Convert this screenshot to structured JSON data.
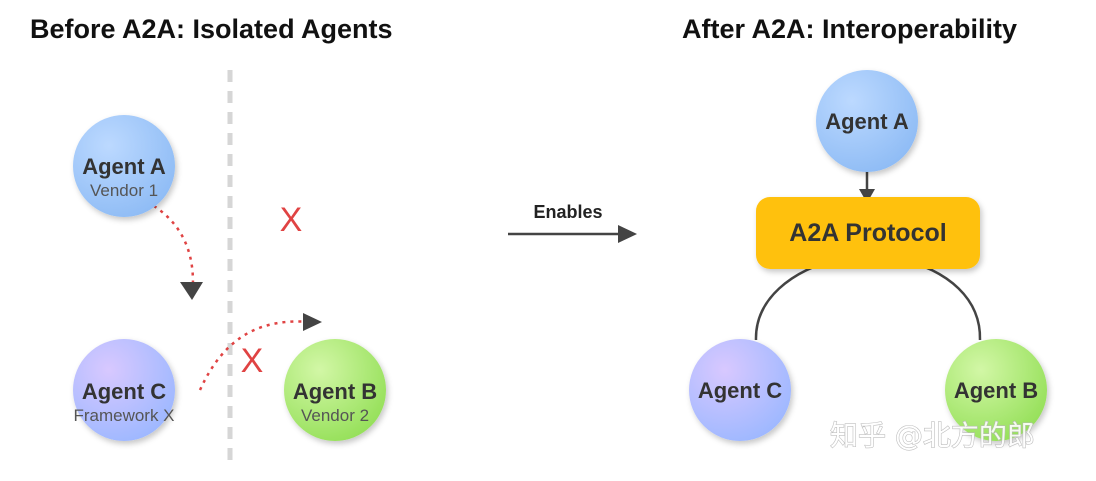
{
  "before": {
    "title": "Before A2A: Isolated Agents",
    "agent_a": {
      "name": "Agent A",
      "sub": "Vendor 1"
    },
    "agent_b": {
      "name": "Agent B",
      "sub": "Vendor 2"
    },
    "agent_c": {
      "name": "Agent C",
      "sub": "Framework X"
    },
    "blocked_mark": "X"
  },
  "transition": {
    "label": "Enables"
  },
  "after": {
    "title": "After A2A: Interoperability",
    "agent_a": {
      "name": "Agent A"
    },
    "agent_b": {
      "name": "Agent B"
    },
    "agent_c": {
      "name": "Agent C"
    },
    "protocol": {
      "label": "A2A Protocol"
    }
  },
  "watermark": "知乎 @北方的郎",
  "colors": {
    "agent_a": "#a9ccff",
    "agent_b": "#b8f08a",
    "agent_c": "#c4b6ff",
    "protocol": "#ffc10e",
    "blocked": "#e04343",
    "arrow": "#444444",
    "divider": "#d6d6d6"
  }
}
